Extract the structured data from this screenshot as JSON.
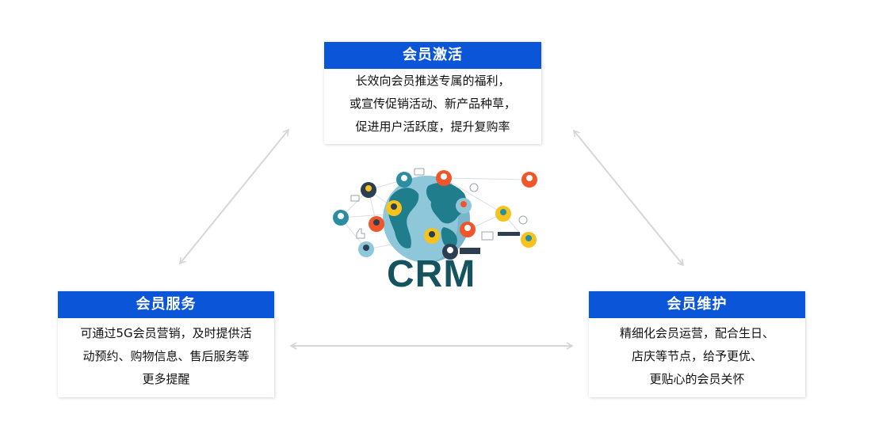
{
  "diagram": {
    "center": {
      "label": "CRM",
      "graphic": "globe-network-icon",
      "colors": {
        "globe_land": "#1f7d8c",
        "globe_ocean": "#8ec7da",
        "text": "#15535f",
        "avatar_orange": "#f0562a",
        "avatar_yellow": "#f6c21c",
        "avatar_teal": "#2a8da0",
        "avatar_navy": "#2d3e52"
      }
    },
    "nodes": [
      {
        "id": "activation",
        "title": "会员激活",
        "lines": [
          "长效向会员推送专属的福利，",
          "或宣传促销活动、新产品种草，",
          "促进用户活跃度，提升复购率"
        ]
      },
      {
        "id": "service",
        "title": "会员服务",
        "lines": [
          "可通过5G会员营销，及时提供活",
          "动预约、购物信息、售后服务等",
          "更多提醒"
        ]
      },
      {
        "id": "maintenance",
        "title": "会员维护",
        "lines": [
          "精细化会员运营，配合生日、",
          "店庆等节点，给予更优、",
          "更贴心的会员关怀"
        ]
      }
    ],
    "edges": [
      {
        "from": "service",
        "to": "activation",
        "type": "bidirectional"
      },
      {
        "from": "activation",
        "to": "maintenance",
        "type": "bidirectional"
      },
      {
        "from": "service",
        "to": "maintenance",
        "type": "bidirectional"
      }
    ],
    "colors": {
      "header_bg": "#0a55d8",
      "header_text": "#ffffff",
      "body_text": "#111111",
      "arrow": "#d6d6d6"
    }
  }
}
